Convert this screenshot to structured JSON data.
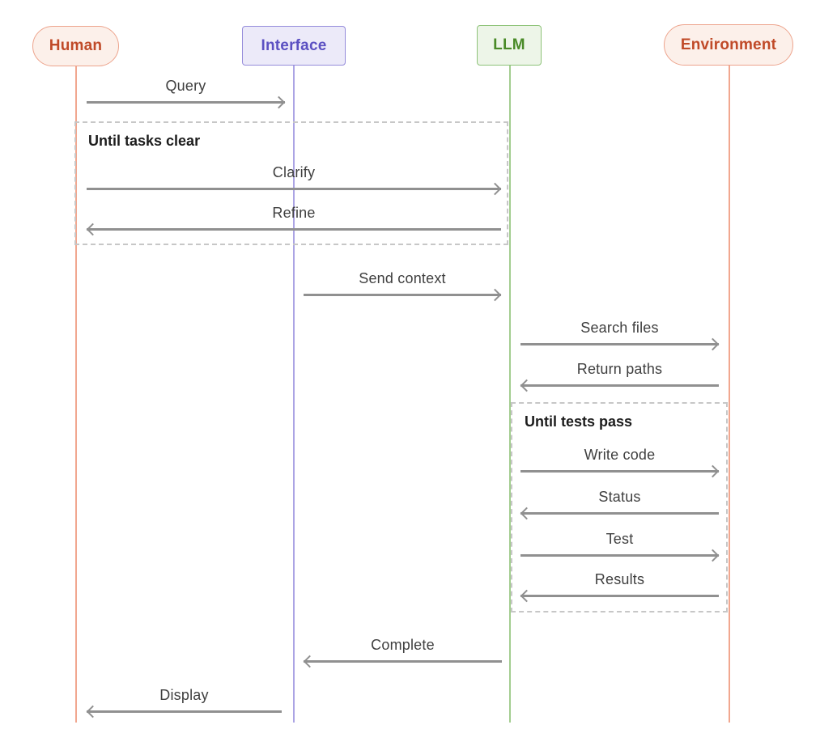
{
  "actors": [
    {
      "label": "Human",
      "shape": "pill",
      "theme": "salmon"
    },
    {
      "label": "Interface",
      "shape": "rect",
      "theme": "purple"
    },
    {
      "label": "LLM",
      "shape": "rect",
      "theme": "green"
    },
    {
      "label": "Environment",
      "shape": "pill",
      "theme": "salmon"
    }
  ],
  "loops": [
    {
      "label": "Until tasks clear",
      "from": "Human",
      "to": "LLM"
    },
    {
      "label": "Until tests pass",
      "from": "LLM",
      "to": "Environment"
    }
  ],
  "messages": [
    {
      "label": "Query",
      "from": "Human",
      "to": "Interface",
      "direction": "right"
    },
    {
      "label": "Clarify",
      "from": "Human",
      "to": "LLM",
      "direction": "right"
    },
    {
      "label": "Refine",
      "from": "LLM",
      "to": "Human",
      "direction": "left"
    },
    {
      "label": "Send context",
      "from": "Interface",
      "to": "LLM",
      "direction": "right"
    },
    {
      "label": "Search files",
      "from": "LLM",
      "to": "Environment",
      "direction": "right"
    },
    {
      "label": "Return paths",
      "from": "Environment",
      "to": "LLM",
      "direction": "left"
    },
    {
      "label": "Write code",
      "from": "LLM",
      "to": "Environment",
      "direction": "right"
    },
    {
      "label": "Status",
      "from": "Environment",
      "to": "LLM",
      "direction": "left"
    },
    {
      "label": "Test",
      "from": "LLM",
      "to": "Environment",
      "direction": "right"
    },
    {
      "label": "Results",
      "from": "Environment",
      "to": "LLM",
      "direction": "left"
    },
    {
      "label": "Complete",
      "from": "LLM",
      "to": "Interface",
      "direction": "left"
    },
    {
      "label": "Display",
      "from": "Interface",
      "to": "Human",
      "direction": "left"
    }
  ],
  "colors": {
    "background": "#ffffff",
    "salmon_bg": "#fcf0ea",
    "salmon_border": "#eda48d",
    "salmon_text": "#c04a28",
    "purple_bg": "#eceaf9",
    "purple_border": "#958cdb",
    "purple_text": "#5b50c2",
    "green_bg": "#edf5e8",
    "green_border": "#8ec379",
    "green_text": "#4a8b28",
    "lifeline_salmon": "#f1a78f",
    "lifeline_purple": "#aca4e4",
    "lifeline_green": "#a3cd90",
    "arrow": "#909090",
    "message_label_text": "#3f3f3f",
    "loop_border": "#c7c7c7",
    "loop_label_text": "#1c1c1c"
  }
}
